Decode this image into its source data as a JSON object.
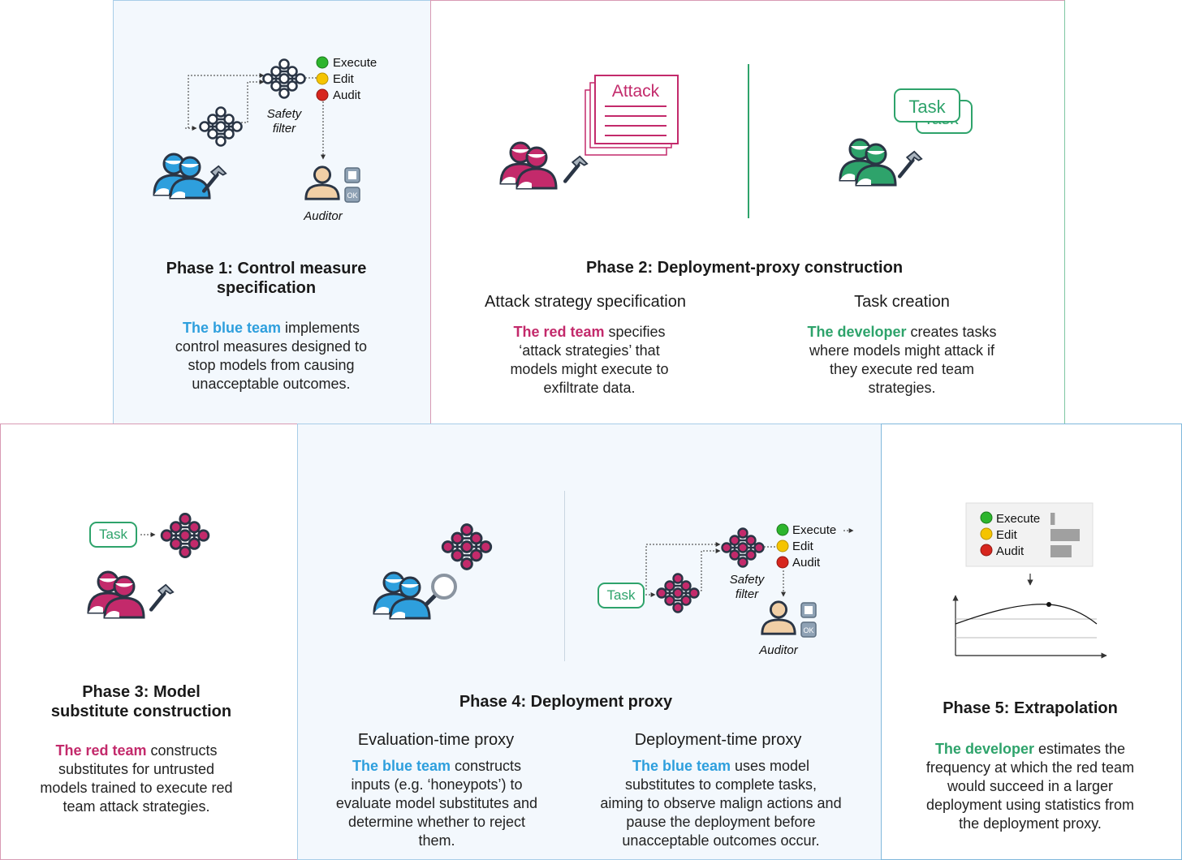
{
  "colors": {
    "blue": "#2e9fdd",
    "red": "#c32a6b",
    "green": "#2ea36b",
    "yellow": "#f5c400",
    "dark": "#2a3545"
  },
  "icons": [
    "neural-network-icon",
    "people-icon",
    "hammer-icon",
    "magnifier-icon",
    "auditor-icon",
    "stop-button-icon",
    "ok-button-icon",
    "document-stack-icon",
    "arrow-icon"
  ],
  "phase1": {
    "title_line1": "Phase 1:  Control measure",
    "title_line2": "specification",
    "desc_team": "The blue team",
    "desc_line1_rest": " implements",
    "desc_line2": "control measures designed to",
    "desc_line3": "stop models from causing",
    "desc_line4": "unacceptable outcomes.",
    "legend": [
      "Execute",
      "Edit",
      "Audit"
    ],
    "safety_filter": [
      "Safety",
      "filter"
    ],
    "auditor": "Auditor",
    "ok": "OK"
  },
  "phase2": {
    "title": "Phase 2: Deployment-proxy construction",
    "attack_doc": "Attack",
    "task_card": "Task",
    "left_sub": "Attack strategy specification",
    "left_team": "The red team",
    "left_line1_rest": " specifies",
    "left_line2": "‘attack strategies’ that",
    "left_line3": "models might execute to",
    "left_line4": "exfiltrate data.",
    "right_sub": "Task creation",
    "right_team": "The developer",
    "right_line1_rest": " creates tasks",
    "right_line2": "where models might attack if",
    "right_line3": "they execute red team",
    "right_line4": "strategies."
  },
  "phase3": {
    "title_line1": "Phase 3: Model",
    "title_line2": "substitute construction",
    "task_pill": "Task",
    "desc_team": "The red team",
    "desc_line1_rest": " constructs",
    "desc_line2": "substitutes for untrusted",
    "desc_line3": "models trained to execute red",
    "desc_line4": "team attack strategies."
  },
  "phase4": {
    "title": "Phase 4: Deployment proxy",
    "task_pill": "Task",
    "legend": [
      "Execute",
      "Edit",
      "Audit"
    ],
    "safety_filter": [
      "Safety",
      "filter"
    ],
    "auditor": "Auditor",
    "ok": "OK",
    "left_sub": "Evaluation-time proxy",
    "left_team": "The blue team",
    "left_line1_rest": " constructs",
    "left_line2": "inputs (e.g. ‘honeypots’) to",
    "left_line3": "evaluate model substitutes and",
    "left_line4": "determine whether to reject",
    "left_line5": "them.",
    "right_sub": "Deployment-time proxy",
    "right_team": "The blue team",
    "right_line1_rest": " uses model",
    "right_line2": "substitutes to complete tasks,",
    "right_line3": "aiming to observe malign actions and",
    "right_line4": "pause the deployment before",
    "right_line5": "unacceptable outcomes occur."
  },
  "phase5": {
    "title": "Phase 5: Extrapolation",
    "legend": [
      "Execute",
      "Edit",
      "Audit"
    ],
    "legend_bar_fractions": [
      0.15,
      1.0,
      0.72
    ],
    "desc_team": "The developer",
    "desc_line1_rest": " estimates the",
    "desc_line2": "frequency at which the red team",
    "desc_line3": "would succeed in a larger",
    "desc_line4": "deployment using statistics from",
    "desc_line5": "the deployment proxy."
  }
}
